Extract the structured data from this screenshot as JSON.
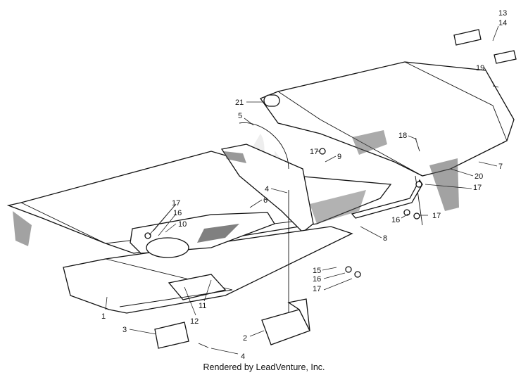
{
  "diagram": {
    "callouts": [
      {
        "id": "c1",
        "label": "1"
      },
      {
        "id": "c2",
        "label": "2"
      },
      {
        "id": "c3",
        "label": "3"
      },
      {
        "id": "c4a",
        "label": "4"
      },
      {
        "id": "c4b",
        "label": "4"
      },
      {
        "id": "c5",
        "label": "5"
      },
      {
        "id": "c6",
        "label": "6"
      },
      {
        "id": "c7",
        "label": "7"
      },
      {
        "id": "c8",
        "label": "8"
      },
      {
        "id": "c9",
        "label": "9"
      },
      {
        "id": "c10",
        "label": "10"
      },
      {
        "id": "c11",
        "label": "11"
      },
      {
        "id": "c12",
        "label": "12"
      },
      {
        "id": "c13",
        "label": "13"
      },
      {
        "id": "c14",
        "label": "14"
      },
      {
        "id": "c15",
        "label": "15"
      },
      {
        "id": "c16a",
        "label": "16"
      },
      {
        "id": "c16b",
        "label": "16"
      },
      {
        "id": "c16c",
        "label": "16"
      },
      {
        "id": "c17a",
        "label": "17"
      },
      {
        "id": "c17b",
        "label": "17"
      },
      {
        "id": "c17c",
        "label": "17"
      },
      {
        "id": "c17d",
        "label": "17"
      },
      {
        "id": "c17e",
        "label": "17"
      },
      {
        "id": "c18",
        "label": "18"
      },
      {
        "id": "c19",
        "label": "19"
      },
      {
        "id": "c20",
        "label": "20"
      },
      {
        "id": "c21",
        "label": "21"
      }
    ]
  },
  "footer": {
    "credit": "Rendered by LeadVenture, Inc."
  }
}
